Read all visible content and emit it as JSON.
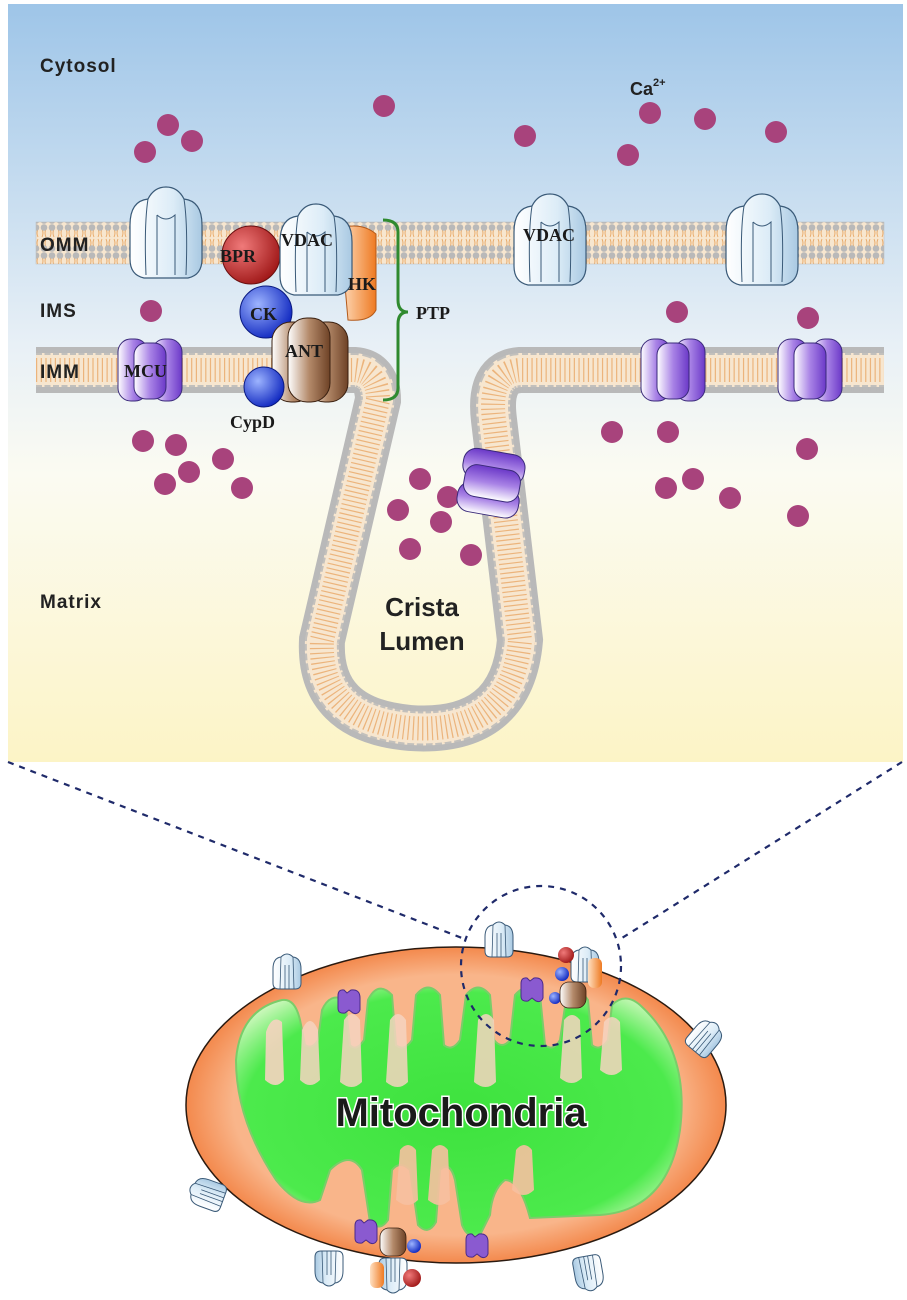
{
  "regions": {
    "cytosol": "Cytosol",
    "omm": "OMM",
    "ims": "IMS",
    "imm": "IMM",
    "matrix": "Matrix"
  },
  "ion": {
    "base": "Ca",
    "charge": "2+"
  },
  "proteins": {
    "vdac_left": "VDAC",
    "vdac_right": "VDAC",
    "bpr": "BPR",
    "hk": "HK",
    "ck": "CK",
    "ant": "ANT",
    "cypd": "CypD",
    "mcu": "MCU",
    "ptp": "PTP"
  },
  "crista": {
    "line1": "Crista",
    "line2": "Lumen"
  },
  "organelle": "Mitochondria",
  "colors": {
    "calcium": "#a8437c",
    "membrane_head": "#b9b9b9",
    "membrane_tail": "#e8b27a",
    "vdac": "#e6f3fb",
    "mcu": "#8a5ad0",
    "bpr": "#c0282c",
    "hk": "#f08a3c",
    "ck": "#1f3fd8",
    "ant": "#8a5a3a",
    "ptp_bracket": "#2f8a2f",
    "outer_membrane": "#f07a2e",
    "cristae": "#3ee23e"
  }
}
